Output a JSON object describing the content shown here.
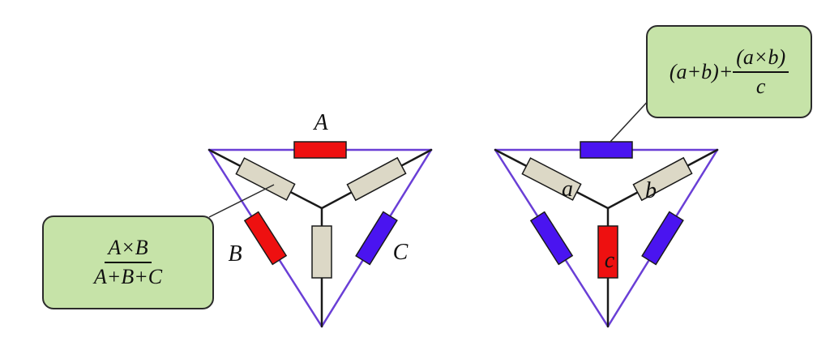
{
  "colors": {
    "delta_wire": "#6a3fd6",
    "star_wire": "#1a1a1a",
    "red": "#ee1010",
    "blue": "#4a14f0",
    "beige": "#dcd8c6",
    "box_fill": "#c6e3a8"
  },
  "left_diagram": {
    "labels": {
      "a": "A",
      "b": "B",
      "c": "C"
    }
  },
  "right_diagram": {
    "labels": {
      "a": "a",
      "b": "b",
      "c": "c"
    }
  },
  "callout_star": {
    "numerator": "A×B",
    "denominator": "A+B+C"
  },
  "callout_delta": {
    "prefix": "(a+b)+",
    "numerator": "(a×b)",
    "denominator": "c"
  }
}
